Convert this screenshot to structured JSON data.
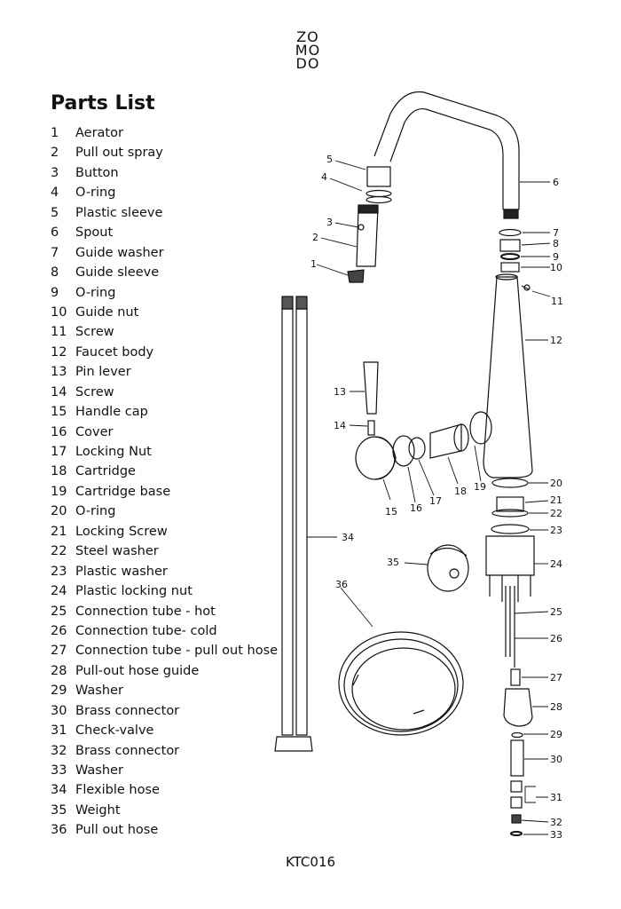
{
  "logo": {
    "line1": "ZO",
    "line2": "MO",
    "line3": "DO"
  },
  "title": "Parts List",
  "parts": [
    {
      "num": "1",
      "name": "Aerator"
    },
    {
      "num": "2",
      "name": "Pull out spray"
    },
    {
      "num": "3",
      "name": "Button"
    },
    {
      "num": "4",
      "name": "O-ring"
    },
    {
      "num": "5",
      "name": "Plastic sleeve"
    },
    {
      "num": "6",
      "name": "Spout"
    },
    {
      "num": "7",
      "name": "Guide washer"
    },
    {
      "num": "8",
      "name": "Guide sleeve"
    },
    {
      "num": "9",
      "name": "O-ring"
    },
    {
      "num": "10",
      "name": "Guide nut"
    },
    {
      "num": "11",
      "name": "Screw"
    },
    {
      "num": "12",
      "name": "Faucet body"
    },
    {
      "num": "13",
      "name": "Pin lever"
    },
    {
      "num": "14",
      "name": "Screw"
    },
    {
      "num": "15",
      "name": "Handle cap"
    },
    {
      "num": "16",
      "name": "Cover"
    },
    {
      "num": "17",
      "name": "Locking Nut"
    },
    {
      "num": "18",
      "name": "Cartridge"
    },
    {
      "num": "19",
      "name": "Cartridge base"
    },
    {
      "num": "20",
      "name": "O-ring"
    },
    {
      "num": "21",
      "name": "Locking Screw"
    },
    {
      "num": "22",
      "name": "Steel washer"
    },
    {
      "num": "23",
      "name": "Plastic washer"
    },
    {
      "num": "24",
      "name": "Plastic locking nut"
    },
    {
      "num": "25",
      "name": "Connection tube - hot"
    },
    {
      "num": "26",
      "name": "Connection tube- cold"
    },
    {
      "num": "27",
      "name": "Connection tube - pull out hose"
    },
    {
      "num": "28",
      "name": "Pull-out hose guide"
    },
    {
      "num": "29",
      "name": "Washer"
    },
    {
      "num": "30",
      "name": "Brass connector"
    },
    {
      "num": "31",
      "name": "Check-valve"
    },
    {
      "num": "32",
      "name": "Brass connector"
    },
    {
      "num": "33",
      "name": "Washer"
    },
    {
      "num": "34",
      "name": "Flexible hose"
    },
    {
      "num": "35",
      "name": "Weight"
    },
    {
      "num": "36",
      "name": "Pull out hose"
    }
  ],
  "callouts": [
    "1",
    "2",
    "3",
    "4",
    "5",
    "6",
    "7",
    "8",
    "9",
    "10",
    "11",
    "12",
    "13",
    "14",
    "15",
    "16",
    "17",
    "18",
    "19",
    "20",
    "21",
    "22",
    "23",
    "24",
    "25",
    "26",
    "27",
    "28",
    "29",
    "30",
    "31",
    "32",
    "33",
    "34",
    "35",
    "36"
  ],
  "model_code": "KTC016"
}
